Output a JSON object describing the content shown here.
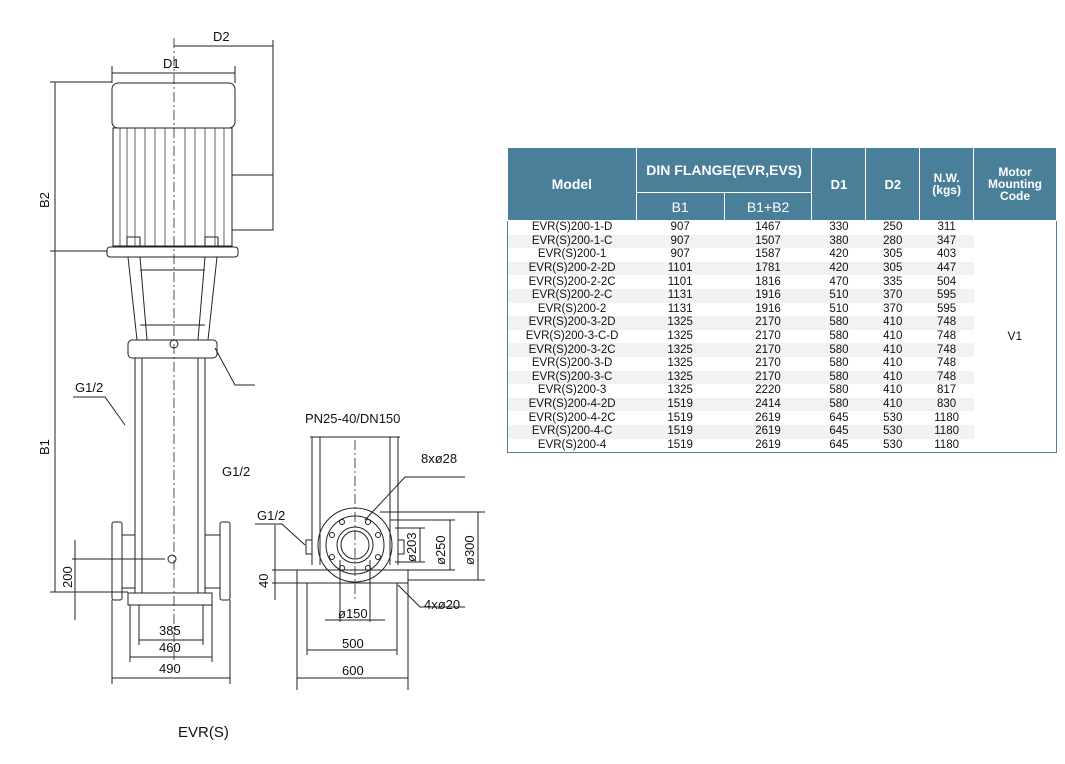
{
  "drawing": {
    "caption": "EVR(S)",
    "front": {
      "d1": "D1",
      "d2": "D2",
      "b1": "B1",
      "b2": "B2",
      "g12_top": "G1/2",
      "g12_mid": "G1/2",
      "dim_200": "200",
      "dim_385": "385",
      "dim_460": "460",
      "dim_490": "490"
    },
    "side": {
      "flange": "PN25-40/DN150",
      "bolts": "8xø28",
      "g12": "G1/2",
      "d203": "ø203",
      "d250": "ø250",
      "d300": "ø300",
      "holes": "4xø20",
      "d150": "ø150",
      "dim_40": "40",
      "dim_500": "500",
      "dim_600": "600"
    }
  },
  "table": {
    "headers": {
      "model": "Model",
      "flange": "DIN FLANGE(EVR,EVS)",
      "b1": "B1",
      "b1b2": "B1+B2",
      "d1": "D1",
      "d2": "D2",
      "nw": "N.W.\n(kgs)",
      "motor": "Motor\nMounting\nCode"
    },
    "motor_code": "V1",
    "rows": [
      [
        "EVR(S)200-1-D",
        "907",
        "1467",
        "330",
        "250",
        "311"
      ],
      [
        "EVR(S)200-1-C",
        "907",
        "1507",
        "380",
        "280",
        "347"
      ],
      [
        "EVR(S)200-1",
        "907",
        "1587",
        "420",
        "305",
        "403"
      ],
      [
        "EVR(S)200-2-2D",
        "1101",
        "1781",
        "420",
        "305",
        "447"
      ],
      [
        "EVR(S)200-2-2C",
        "1101",
        "1816",
        "470",
        "335",
        "504"
      ],
      [
        "EVR(S)200-2-C",
        "1131",
        "1916",
        "510",
        "370",
        "595"
      ],
      [
        "EVR(S)200-2",
        "1131",
        "1916",
        "510",
        "370",
        "595"
      ],
      [
        "EVR(S)200-3-2D",
        "1325",
        "2170",
        "580",
        "410",
        "748"
      ],
      [
        "EVR(S)200-3-C-D",
        "1325",
        "2170",
        "580",
        "410",
        "748"
      ],
      [
        "EVR(S)200-3-2C",
        "1325",
        "2170",
        "580",
        "410",
        "748"
      ],
      [
        "EVR(S)200-3-D",
        "1325",
        "2170",
        "580",
        "410",
        "748"
      ],
      [
        "EVR(S)200-3-C",
        "1325",
        "2170",
        "580",
        "410",
        "748"
      ],
      [
        "EVR(S)200-3",
        "1325",
        "2220",
        "580",
        "410",
        "817"
      ],
      [
        "EVR(S)200-4-2D",
        "1519",
        "2414",
        "580",
        "410",
        "830"
      ],
      [
        "EVR(S)200-4-2C",
        "1519",
        "2619",
        "645",
        "530",
        "1180"
      ],
      [
        "EVR(S)200-4-C",
        "1519",
        "2619",
        "645",
        "530",
        "1180"
      ],
      [
        "EVR(S)200-4",
        "1519",
        "2619",
        "645",
        "530",
        "1180"
      ]
    ]
  }
}
